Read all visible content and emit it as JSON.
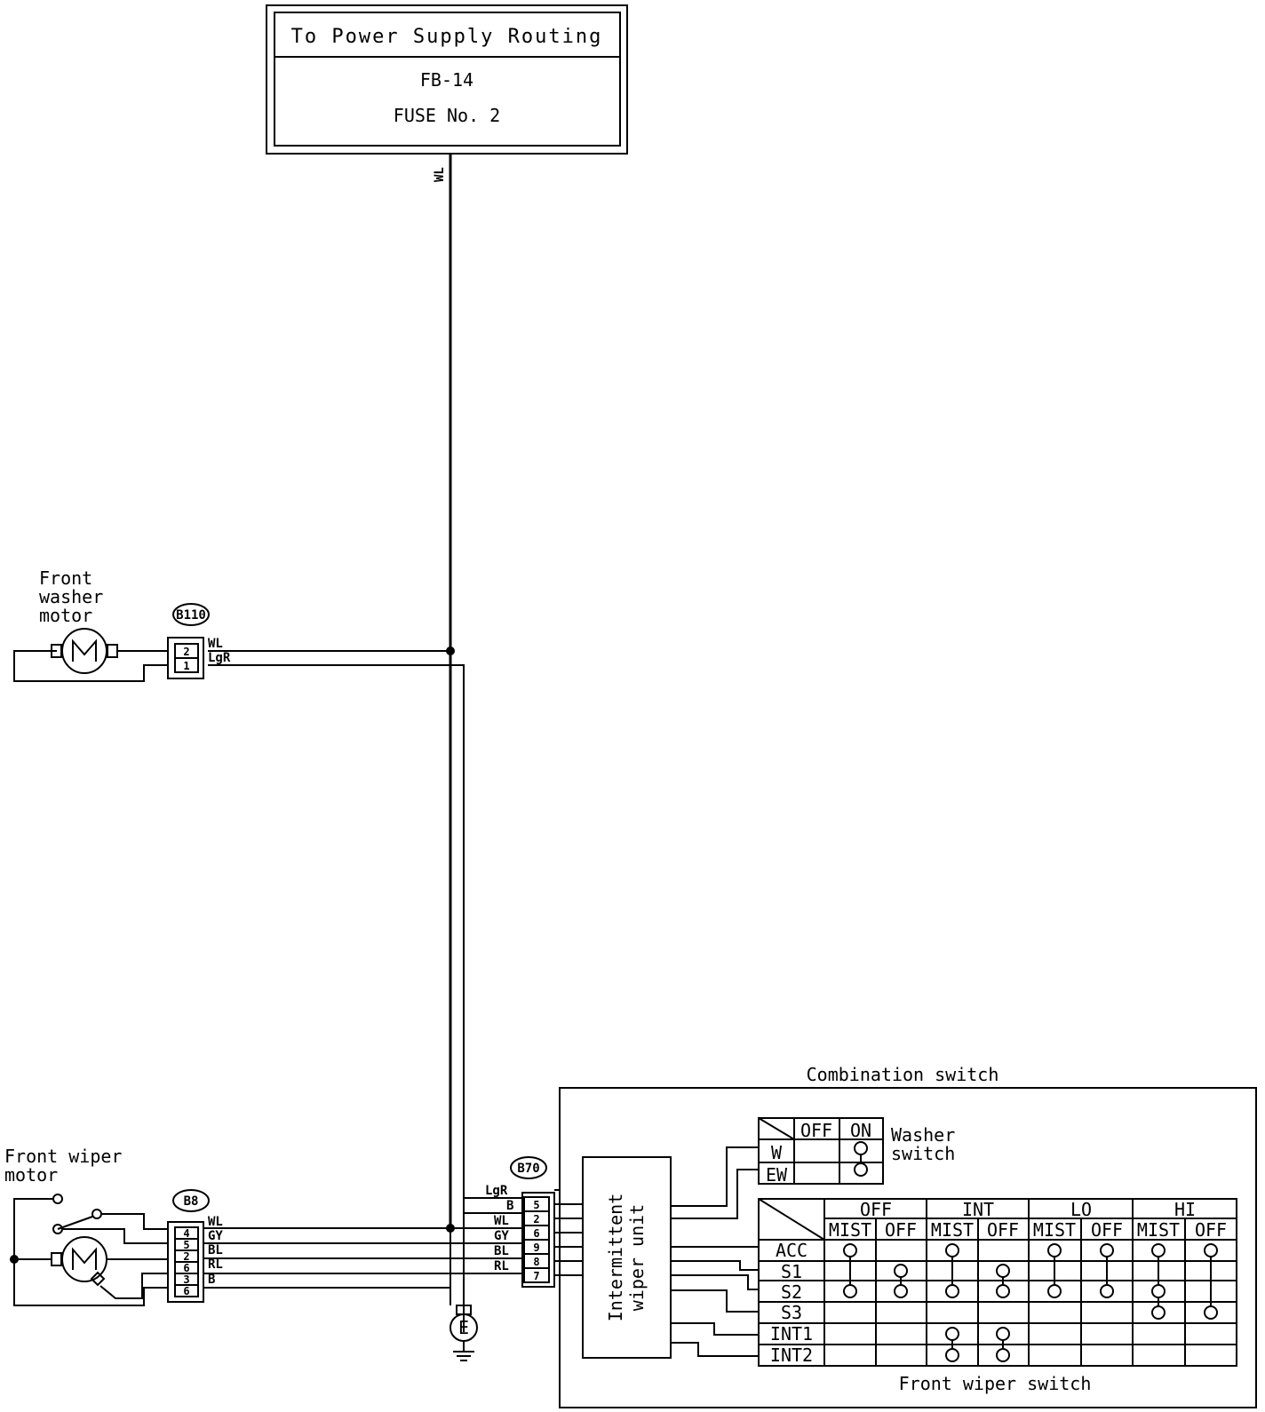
{
  "power_supply": {
    "title": "To Power Supply Routing",
    "ref": "FB-14",
    "fuse": "FUSE No. 2",
    "wire": "WL"
  },
  "washer_motor": {
    "label_lines": [
      "Front",
      "washer",
      "motor"
    ],
    "connector": "B110",
    "pins": [
      "2",
      "1"
    ],
    "wires": [
      "WL",
      "LgR"
    ]
  },
  "wiper_motor": {
    "label_lines": [
      "Front wiper",
      "motor"
    ],
    "connector": "B8",
    "pins": [
      "4",
      "5",
      "2",
      "6",
      "3",
      "6"
    ],
    "wires": [
      "WL",
      "GY",
      "BL",
      "RL",
      "B"
    ]
  },
  "ground": {
    "symbol": "E"
  },
  "combination_switch": {
    "title": "Combination switch",
    "connector": "B70",
    "pins": [
      "5",
      "2",
      "6",
      "9",
      "8",
      "7"
    ],
    "wires": [
      "LgR",
      "B",
      "WL",
      "GY",
      "BL",
      "RL"
    ],
    "intermittent_unit_lines": [
      "Intermittent",
      "wiper unit"
    ],
    "washer_switch": {
      "label_lines": [
        "Washer",
        "switch"
      ],
      "columns": [
        "OFF",
        "ON"
      ],
      "rows": [
        "W",
        "EW"
      ]
    },
    "wiper_switch": {
      "label": "Front wiper switch",
      "groups": [
        "OFF",
        "INT",
        "LO",
        "HI"
      ],
      "subcolumns": [
        "MIST",
        "OFF",
        "MIST",
        "OFF",
        "MIST",
        "OFF",
        "MIST",
        "OFF"
      ],
      "rows": [
        "ACC",
        "S1",
        "S2",
        "S3",
        "INT1",
        "INT2"
      ]
    }
  }
}
